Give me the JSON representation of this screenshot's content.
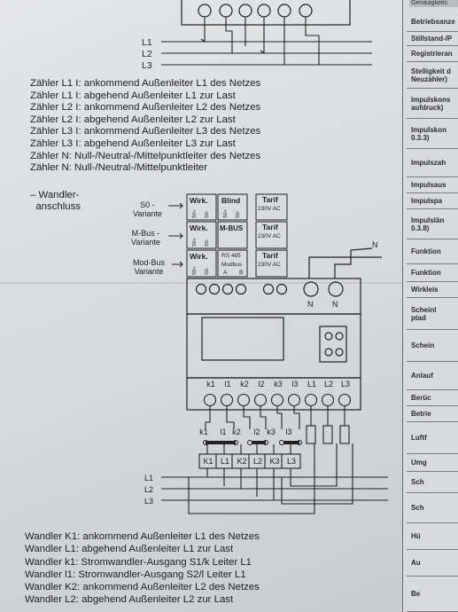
{
  "top_legend": [
    "Zähler L1 I: ankommend Außenleiter L1 des Netzes",
    "Zähler L1 I: abgehend Außenleiter L1 zur Last",
    "Zähler L2 I: ankommend Außenleiter L2 des Netzes",
    "Zähler L2 I: abgehend Außenleiter L2 zur Last",
    "Zähler L3 I: ankommend Außenleiter L3 des Netzes",
    "Zähler L3 I: abgehend Außenleiter L3 zur Last",
    "Zähler N: Null-/Neutral-/Mittelpunktleiter des Netzes",
    "Zähler N: Null-/Neutral-/Mittelpunktleiter"
  ],
  "top_diagram": {
    "L1": "L1",
    "L2": "L2",
    "L3": "L3"
  },
  "wandler": {
    "title": "– Wandler-\n  anschluss",
    "variants": [
      "S0 -\nVariante",
      "M-Bus -\nVariante",
      "Mod-Bus\nVariante"
    ],
    "s0_boxes": {
      "wirk": "Wirk.",
      "blind": "Blind",
      "tarif": "Tarif",
      "tarif_volt": "230V AC",
      "wirk_pins": [
        "S0+",
        "S0-"
      ],
      "blind_pins": [
        "S0+",
        "S0-"
      ]
    },
    "mbus_boxes": {
      "wirk": "Wirk.",
      "mbus": "M-BUS",
      "tarif": "Tarif",
      "tarif_volt": "230V AC",
      "wirk_pins": [
        "S0+",
        "S0-"
      ]
    },
    "modbus_boxes": {
      "wirk": "Wirk.",
      "rs485": "RS 485",
      "modbus": "Modbus",
      "a": "A",
      "b": "B",
      "tarif": "Tarif",
      "tarif_volt": "230V AC",
      "wirk_pins": [
        "S0+",
        "S0-"
      ]
    },
    "n_label_right": "N",
    "n_labels": [
      "N",
      "N"
    ],
    "terminals": [
      "k1",
      "l1",
      "k2",
      "l2",
      "k3",
      "l3",
      "L1",
      "L2",
      "L3"
    ],
    "ct_labels": [
      "k1",
      "l1",
      "k2",
      "l2",
      "k3",
      "l3"
    ],
    "bus_labels": [
      "K1",
      "L1",
      "K2",
      "L2",
      "K3",
      "L3"
    ],
    "lines": [
      "L1",
      "L2",
      "L3"
    ]
  },
  "bottom_legend": [
    "Wandler K1: ankommend Außenleiter L1 des Netzes",
    "Wandler L1: abgehend Außenleiter L1 zur Last",
    "Wandler k1: Stromwandler-Ausgang S1/k Leiter L1",
    "Wandler l1: Stromwandler-Ausgang S2/l Leiter L1",
    "Wandler K2: ankommend Außenleiter L2 des Netzes",
    "Wandler L2: abgehend Außenleiter L2 zur Last"
  ],
  "side_header": "Genauigkeits",
  "side_cells": [
    "Betriebsanze",
    "Stillstand-/P",
    "Registrieran",
    "Stelligkeit d\nNeuzähler)",
    "Impulskons\naufdruck)",
    "Impulskon\n0.3.3)",
    "Impulszah",
    "Impulsaus",
    "Impulspa",
    "Impulslän\n0.3.8)",
    "Funktion",
    "Funktion",
    "Wirkleis",
    "Scheinl\nptad",
    "Schein",
    "Anlauf",
    "Berüc",
    "Betrie",
    "Luftf",
    "Umg",
    "Sch",
    "Sch",
    "Hü",
    "Au",
    "Be"
  ]
}
